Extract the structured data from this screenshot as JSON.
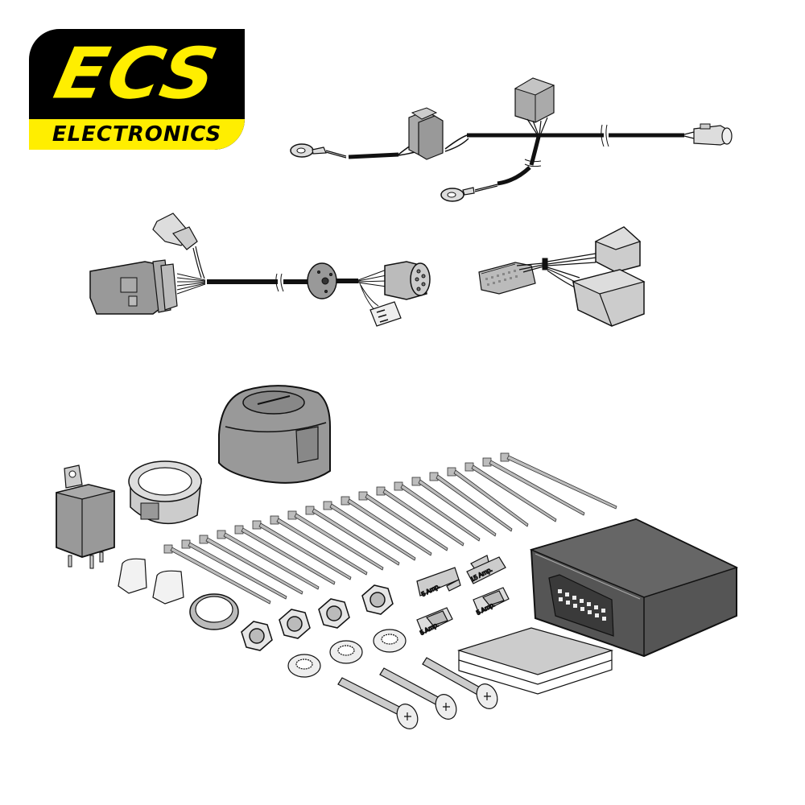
{
  "logo": {
    "brand": "ECS",
    "subtitle": "ELECTRONICS",
    "colors": {
      "yellow": "#ffee00",
      "black": "#000000"
    }
  },
  "kit": {
    "harnesses": [
      {
        "name": "main-wiring-harness-with-ring-terminals"
      },
      {
        "name": "socket-harness-with-13-pin-plug-and-grommet"
      },
      {
        "name": "vehicle-adapter-connector-harness"
      }
    ],
    "components": {
      "relay": "relay",
      "socket_mounting_ring": "socket-ring",
      "socket_cover": "13-pin-socket-cover",
      "cable_ties_count": 20,
      "end_caps_count": 2,
      "gasket_count": 1,
      "nuts_count": 4,
      "washers_count": 3,
      "bolts_count": 3,
      "control_module": "control-module",
      "instruction_pads": "instruction-pad"
    },
    "fuses": [
      {
        "label": "15 Amp."
      },
      {
        "label": "5 Amp."
      },
      {
        "label": "5 Amp."
      },
      {
        "label": "5 Amp."
      }
    ],
    "colors": {
      "part_gray": "#a6a6a6",
      "dark_gray": "#5a5a5a",
      "light_gray": "#dcdcdc",
      "outline": "#111111",
      "cable": "#111111"
    }
  }
}
